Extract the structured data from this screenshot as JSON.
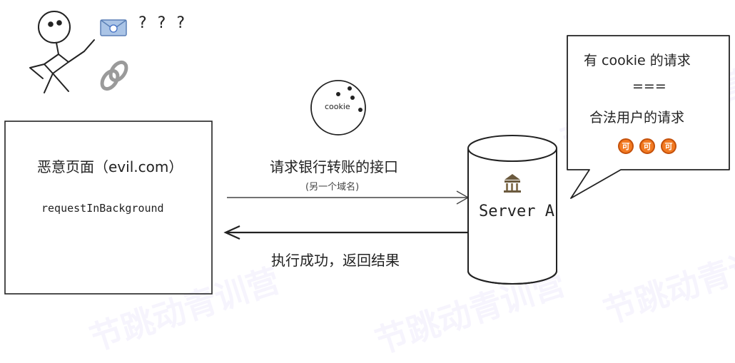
{
  "evil_page": {
    "title": "恶意页面（evil.com）",
    "code": "requestInBackground"
  },
  "attacker": {
    "question_marks": "? ? ?",
    "icons": [
      "envelope-icon",
      "link-icon"
    ]
  },
  "cookie": {
    "label": "cookie"
  },
  "request": {
    "label": "请求银行转账的接口",
    "sub": "(另一个域名)"
  },
  "response": {
    "label": "执行成功，返回结果"
  },
  "server": {
    "label": "Server A",
    "icon": "bank-icon"
  },
  "bubble": {
    "line1": "有 cookie 的请求",
    "line2": "===",
    "line3": "合法用户的请求",
    "badges": [
      "可",
      "可",
      "可"
    ]
  },
  "watermark": {
    "text": "节跳动青训营"
  }
}
